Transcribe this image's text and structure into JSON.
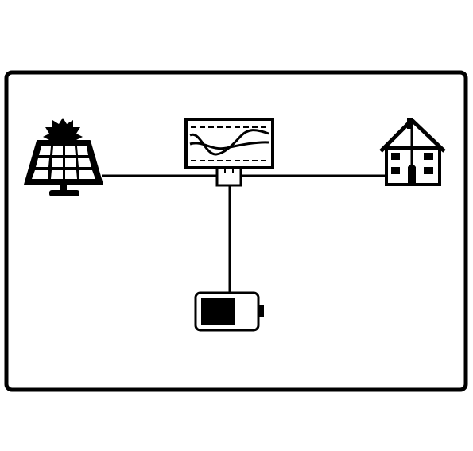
{
  "diagram": {
    "nodes": [
      {
        "id": "solar",
        "icon": "solar-panel-icon"
      },
      {
        "id": "inverter",
        "icon": "inverter-icon"
      },
      {
        "id": "house",
        "icon": "house-icon"
      },
      {
        "id": "battery",
        "icon": "battery-icon"
      }
    ],
    "edges": [
      {
        "from": "solar",
        "to": "inverter"
      },
      {
        "from": "inverter",
        "to": "house"
      },
      {
        "from": "inverter",
        "to": "battery"
      }
    ]
  },
  "colors": {
    "stroke": "#000000",
    "background": "#ffffff"
  }
}
